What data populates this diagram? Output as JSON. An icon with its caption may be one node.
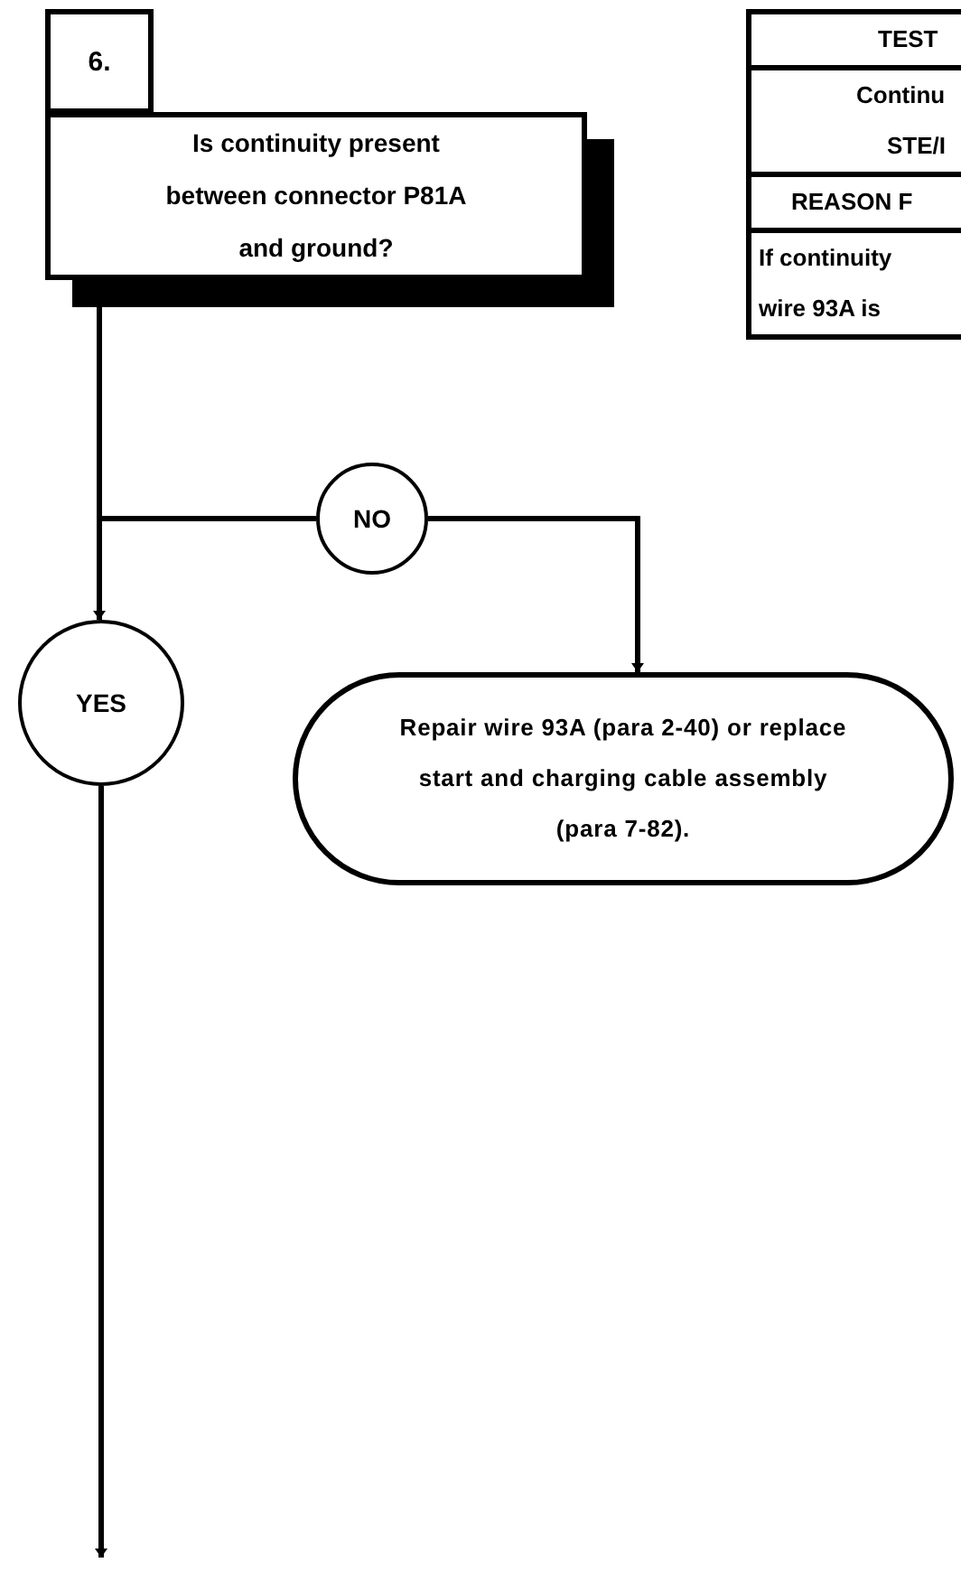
{
  "diagram": {
    "nodes": [
      {
        "text": [
          "6."
        ]
      },
      {
        "text": [
          "Is continuity present between connector P81A and ground?"
        ]
      },
      {
        "text": [
          "NO"
        ]
      },
      {
        "text": [
          "YES"
        ]
      },
      {
        "text": [
          "Repair wire 93A (para 2-40) or replace start and charging cable assembly (para 7-82)."
        ]
      }
    ],
    "edges": [
      {
        "from": 1,
        "to": 3,
        "arrow": "to"
      },
      {
        "from": 1,
        "to": 2,
        "arrow": "none"
      },
      {
        "from": 2,
        "to": 4,
        "arrow": "to"
      },
      {
        "from": 3,
        "to": null,
        "arrow": "to"
      }
    ],
    "labels": [
      "TEST",
      "Continu",
      "STE/I",
      "REASON F",
      "If continuity",
      "wire 93A is"
    ]
  }
}
